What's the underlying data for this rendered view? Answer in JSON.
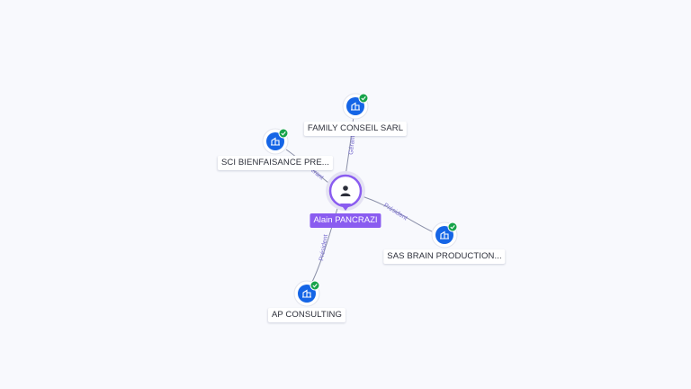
{
  "center": {
    "name": "Alain PANCRAZI",
    "icon": "person-icon",
    "color": "#8a5cf0"
  },
  "companies": [
    {
      "id": "family",
      "name": "FAMILY CONSEIL SARL",
      "relation": "Gérant",
      "icon": "building-icon",
      "status": "verified"
    },
    {
      "id": "sci",
      "name": "SCI BIENFAISANCE PRE...",
      "relation": "Gérant",
      "icon": "building-icon",
      "status": "verified"
    },
    {
      "id": "sas",
      "name": "SAS BRAIN PRODUCTION...",
      "relation": "Président",
      "icon": "building-icon",
      "status": "verified"
    },
    {
      "id": "ap",
      "name": "AP CONSULTING",
      "relation": "Président",
      "icon": "building-icon",
      "status": "verified"
    }
  ],
  "colors": {
    "company": "#1565e6",
    "check": "#17a34a",
    "edge": "#8a8fa8"
  }
}
